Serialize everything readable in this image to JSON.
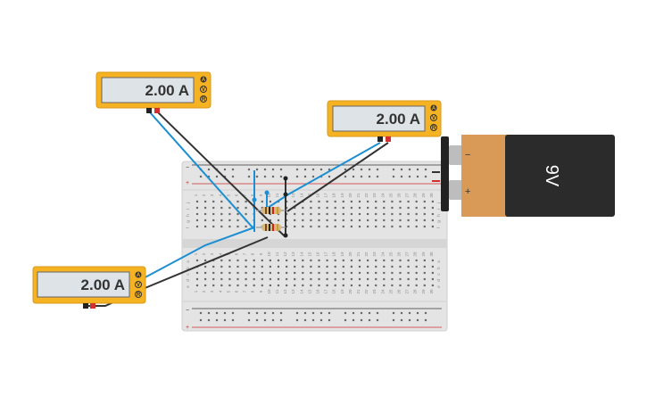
{
  "multimeters": [
    {
      "id": "mm-top-left",
      "reading": "2.00 A",
      "modes": [
        "A",
        "V",
        "R"
      ]
    },
    {
      "id": "mm-top-right",
      "reading": "2.00 A",
      "modes": [
        "A",
        "V",
        "R"
      ]
    },
    {
      "id": "mm-bottom-left",
      "reading": "2.00 A",
      "modes": [
        "A",
        "V",
        "R"
      ]
    }
  ],
  "battery": {
    "label": "9V",
    "minus": "−",
    "plus": "+"
  },
  "breadboard": {
    "rail_minus": "−",
    "rail_plus": "+",
    "row_letters_top": [
      "j",
      "i",
      "h",
      "g",
      "f"
    ],
    "row_letters_bottom": [
      "e",
      "d",
      "c",
      "b",
      "a"
    ],
    "columns": 30
  },
  "colors": {
    "multimeter_body": "#f5b324",
    "wire_blue": "#1b8fd2",
    "wire_black": "#333333",
    "battery_body": "#2b2b2b",
    "battery_cap": "#d99a58",
    "rail_red": "#d03030"
  }
}
